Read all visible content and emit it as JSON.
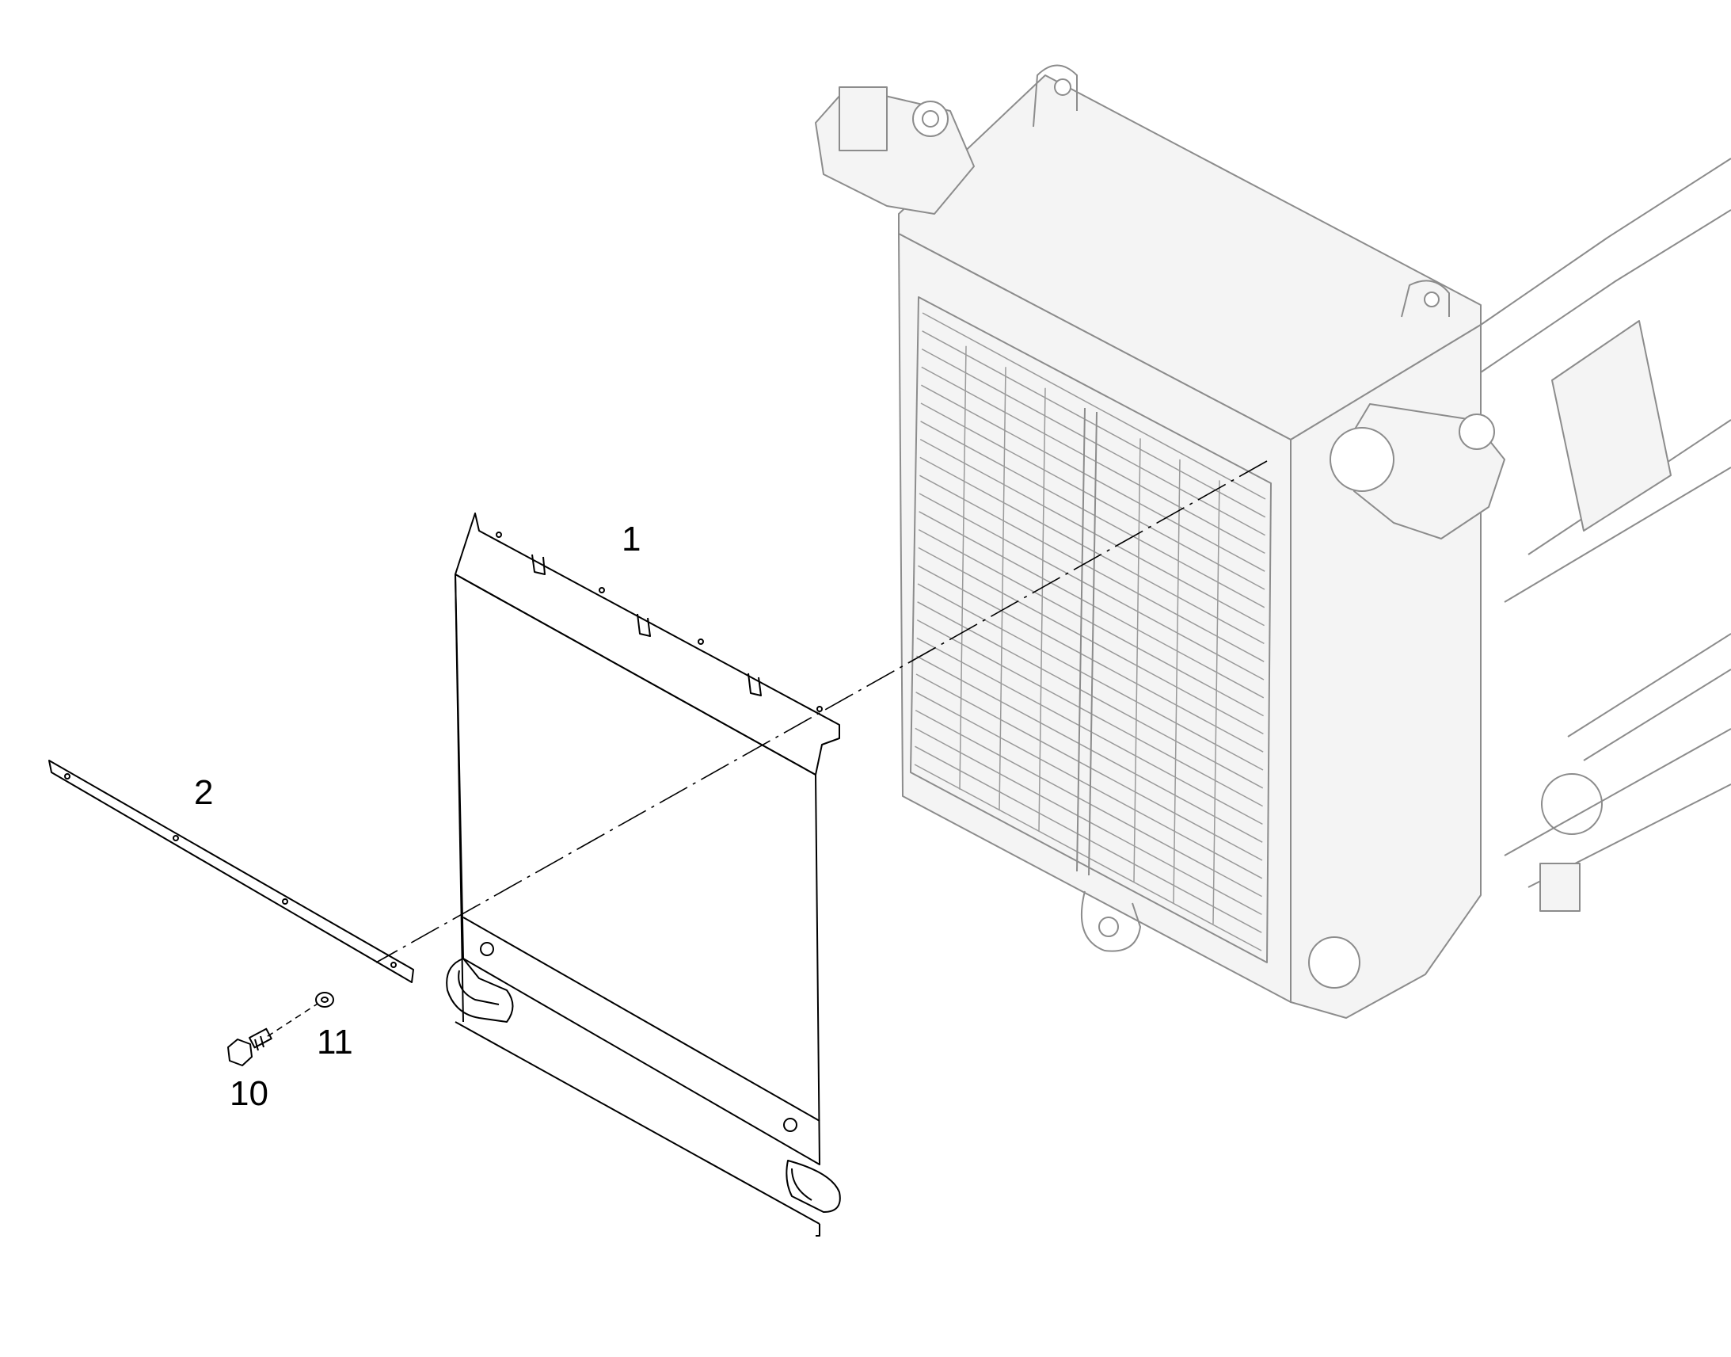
{
  "callouts": {
    "panel": "1",
    "strip": "2",
    "bolt": "10",
    "washer": "11"
  },
  "colors": {
    "line": "#000000",
    "context_line": "#8c8c8c",
    "background": "#ffffff"
  }
}
